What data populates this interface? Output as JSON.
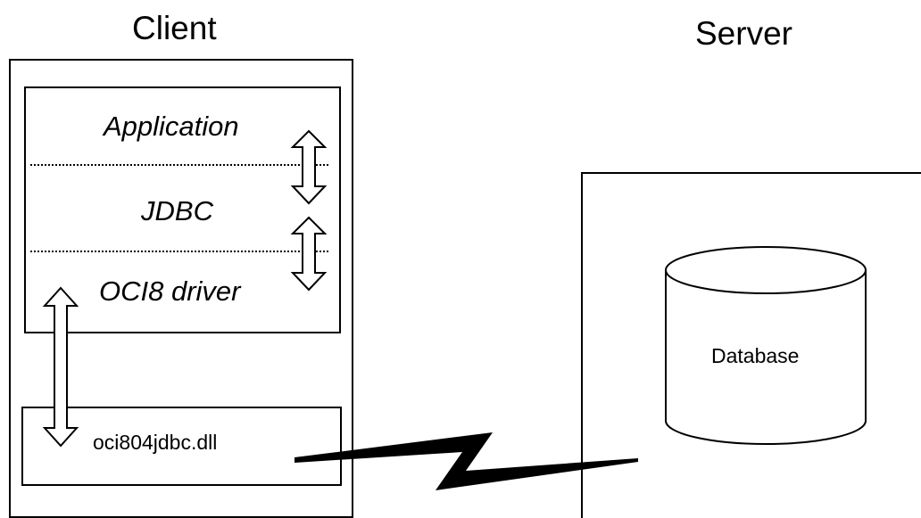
{
  "client": {
    "heading": "Client",
    "application_label": "Application",
    "jdbc_label": "JDBC",
    "oci_driver_label": "OCI8 driver",
    "dll_label": "oci804jdbc.dll"
  },
  "server": {
    "heading": "Server",
    "database_label": "Database"
  },
  "colors": {
    "stroke": "#000000",
    "background": "#ffffff"
  }
}
